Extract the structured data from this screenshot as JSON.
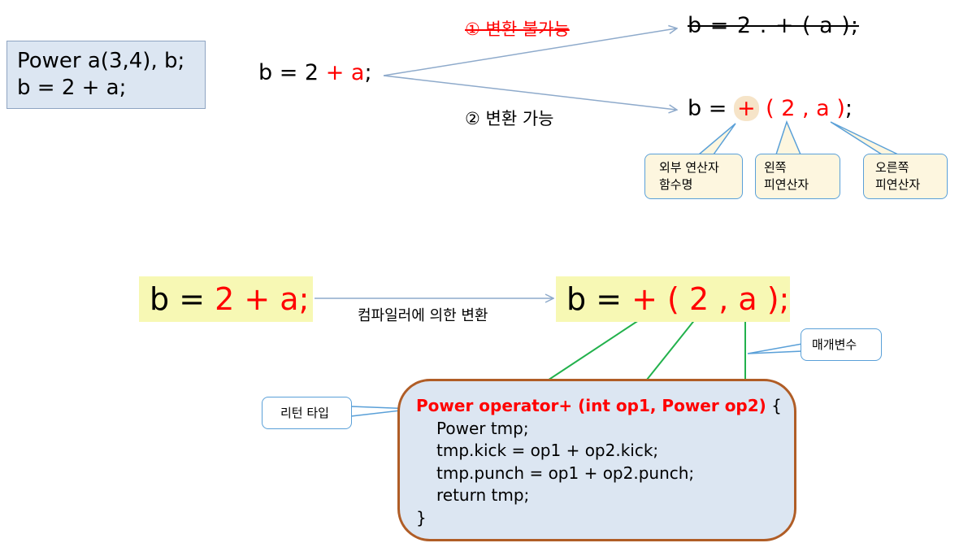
{
  "code_box": {
    "line1": "Power a(3,4), b;",
    "line2": "b = 2 + a;"
  },
  "expression": {
    "b_part": "b = 2 ",
    "plus": "+",
    "a": " a",
    "semicolon": ";"
  },
  "options": {
    "option1": "① 변환 불가능",
    "option2": "② 변환 가능"
  },
  "results": {
    "result1": "b = 2 . + ( a );",
    "result2_prefix": "b = ",
    "result2_plus": "+",
    "result2_args": " ( 2 , a )",
    "result2_suffix": ";"
  },
  "callouts": {
    "func_line1": "외부 연산자",
    "func_line2": "함수명",
    "left_line1": "왼쪽",
    "left_line2": "피연산자",
    "right_line1": "오른쪽",
    "right_line2": "피연산자",
    "param": "매개변수",
    "return_type": "리턴 타입"
  },
  "compile": {
    "before_b": "b = ",
    "before_red": "2 + a;",
    "label": "컴파일러에 의한 변환",
    "after_b": "b = ",
    "after_red": "+ ( 2 , a );"
  },
  "function": {
    "signature": "Power operator+ (int op1, Power op2)",
    "open_brace": " {",
    "line1": "Power tmp;",
    "line2": "tmp.kick = op1 + op2.kick;",
    "line3": "tmp.punch = op1 + op2.punch;",
    "line4": "return tmp;",
    "close_brace": "}"
  },
  "colors": {
    "red": "#ff0000",
    "box_fill": "#dce6f2",
    "highlight": "#f7f8b4",
    "arrow_blue": "#8eaacb",
    "arrow_green": "#22b14c",
    "border_brown": "#b05d26"
  }
}
